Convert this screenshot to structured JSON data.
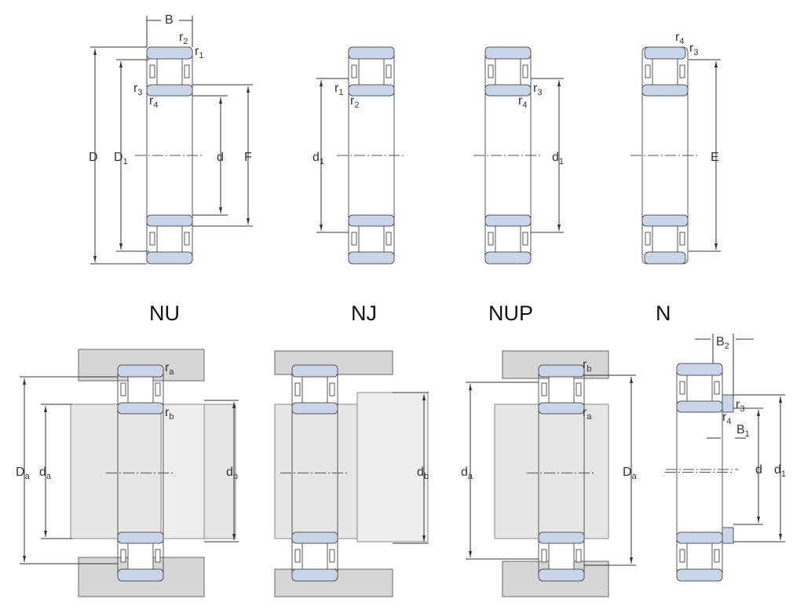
{
  "titles": [
    "NU",
    "NJ",
    "NUP",
    "N"
  ],
  "colors": {
    "ring": "#c9d6ea",
    "housing": "#d6d6d6",
    "shaft": "#e6e6e6"
  },
  "labels": {
    "nu_top": {
      "B": "B",
      "r2": [
        "r",
        "2"
      ],
      "r1": [
        "r",
        "1"
      ],
      "r3": [
        "r",
        "3"
      ],
      "r4": [
        "r",
        "4"
      ],
      "D": "D",
      "D1": [
        "D",
        "1"
      ],
      "d": "d",
      "F": "F"
    },
    "nj_top": {
      "r1": [
        "r",
        "1"
      ],
      "r2": [
        "r",
        "2"
      ],
      "d1": [
        "d",
        "1"
      ]
    },
    "nup_top": {
      "r3": [
        "r",
        "3"
      ],
      "r4": [
        "r",
        "4"
      ],
      "d1": [
        "d",
        "1"
      ]
    },
    "n_top": {
      "r4": [
        "r",
        "4"
      ],
      "r3": [
        "r",
        "3"
      ],
      "E": "E"
    },
    "nu_bottom": {
      "ra": [
        "r",
        "a"
      ],
      "rb": [
        "r",
        "b"
      ],
      "Da": [
        "D",
        "a"
      ],
      "da": [
        "d",
        "a"
      ],
      "db": [
        "d",
        "b"
      ]
    },
    "nj_bottom": {
      "db": [
        "d",
        "b"
      ]
    },
    "nup_bottom": {
      "rb": [
        "r",
        "b"
      ],
      "ra": [
        "r",
        "a"
      ],
      "da": [
        "d",
        "a"
      ],
      "Da": [
        "D",
        "a"
      ]
    },
    "n_bottom": {
      "B2": [
        "B",
        "2"
      ],
      "r3": [
        "r",
        "3"
      ],
      "r4": [
        "r",
        "4"
      ],
      "B1": [
        "B",
        "1"
      ],
      "d": "d",
      "d1": [
        "d",
        "1"
      ]
    }
  }
}
